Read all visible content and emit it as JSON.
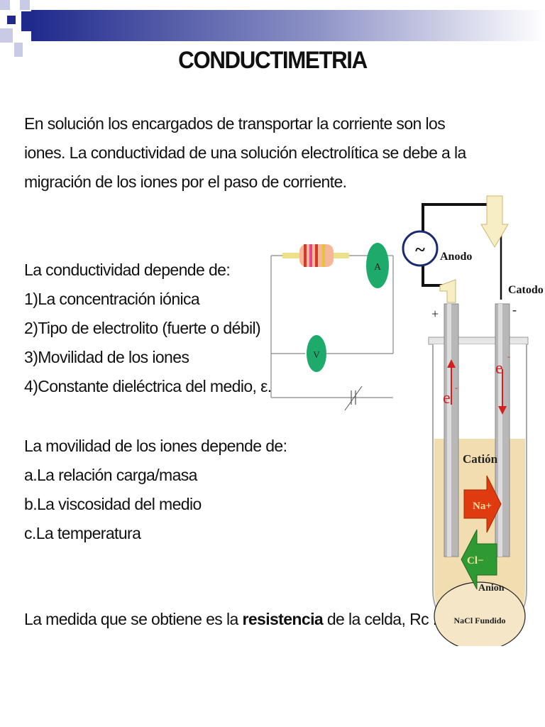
{
  "title": "CONDUCTIMETRIA",
  "intro": "En solución los encargados de transportar la corriente son los iones. La conductividad de una solución electrolítica se debe a la migración de los iones por el paso de corriente.",
  "conductivity": {
    "heading": "La conductividad depende de:",
    "items": [
      "1)La concentración iónica",
      "2)Tipo de electrolito (fuerte o débil)",
      "3)Movilidad de los iones",
      "4)Constante dieléctrica del medio, ε."
    ]
  },
  "mobility": {
    "heading": "La movilidad de los iones depende de:",
    "items": [
      "a.La relación carga/masa",
      "b.La viscosidad del medio",
      "c.La temperatura"
    ]
  },
  "final": {
    "before": "La medida que se obtiene es la ",
    "bold": "resistencia",
    "after": " de la celda, Rc ."
  },
  "circuit": {
    "ammeter_label": "A",
    "voltmeter_label": "V"
  },
  "cell": {
    "ac_symbol": "~",
    "anode_label": "Anodo",
    "cathode_label": "Catodo",
    "plus": "+",
    "minus": "-",
    "electron_left": "e",
    "electron_right": "e",
    "electron_sup": "-",
    "cation_label": "Catión",
    "cation_ion": "Na+",
    "anion_ion": "Cl−",
    "anion_label": "Anion",
    "melt_label": "NaCl Fundido"
  },
  "colors": {
    "deco_blue": "#1f2a8c",
    "deco_light": "#c9cbe6",
    "meter_green": "#1eaa6a",
    "liquid": "#f2ddb0",
    "cation_arrow": "#e03a10",
    "anion_arrow": "#2f9a34",
    "electron_red": "#d42020"
  }
}
